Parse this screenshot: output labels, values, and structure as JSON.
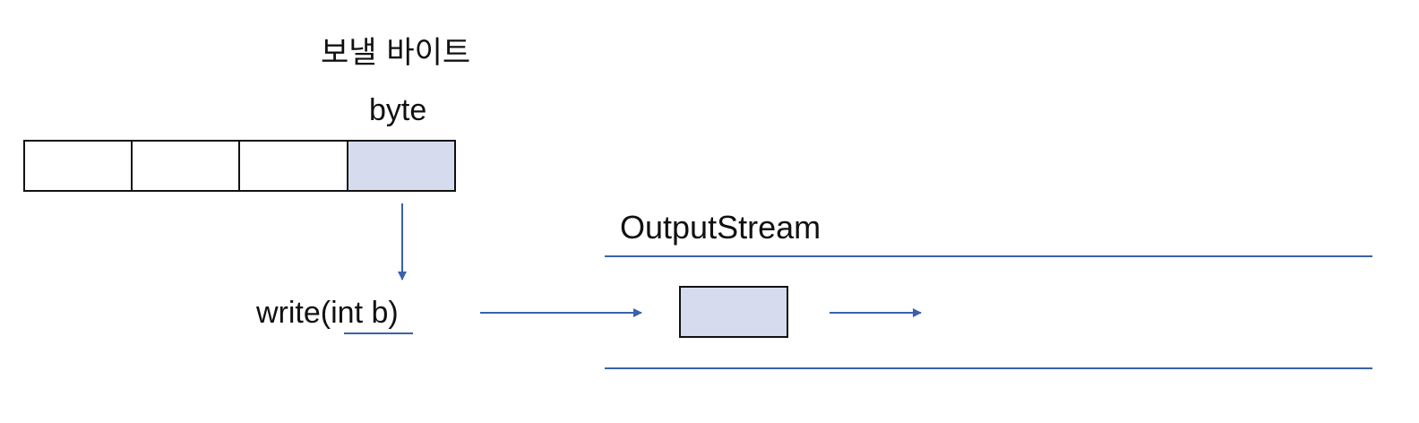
{
  "labels": {
    "header": "보낼 바이트",
    "byte": "byte",
    "stream": "OutputStream",
    "method": "write(int b)"
  },
  "colors": {
    "stroke": "#111111",
    "accent": "#3a62aa",
    "fill": "#d6dced"
  },
  "byte_array": {
    "cell_count": 4,
    "highlighted_cell": 3
  }
}
